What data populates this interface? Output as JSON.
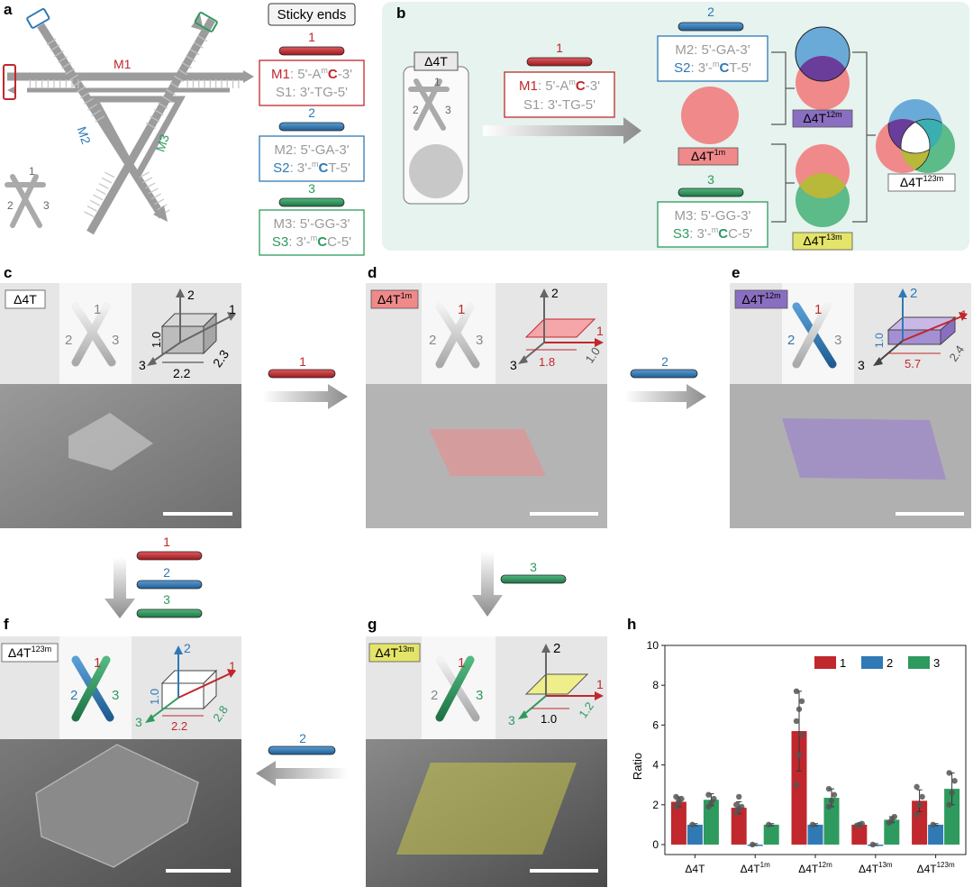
{
  "panels": {
    "a": {
      "letter": "a",
      "sticky_title": "Sticky ends",
      "strand_labels": {
        "m1": "M1",
        "m2": "M2",
        "m3": "M3"
      },
      "mini_nums": [
        "1",
        "2",
        "3"
      ],
      "ends": [
        {
          "num": "1",
          "color": "#c0282d",
          "l1a": "M1",
          "l1b": ": 5'-A",
          "l1c": "m",
          "l1d": "C",
          "l1e": "-3'",
          "l2a": "S1",
          "l2b": ": 3'-TG-5'"
        },
        {
          "num": "2",
          "color": "#2f79b5",
          "l1a": "M2",
          "l1b": ": 5'-GA-3'",
          "l2a": "S2",
          "l2b": ": 3'-",
          "l2c": "m",
          "l2d": "C",
          "l2e": "T-5'"
        },
        {
          "num": "3",
          "color": "#2e9a5e",
          "l1a": "M3",
          "l1b": ": 5'-GG-3'",
          "l2a": "S3",
          "l2b": ": 3'-",
          "l2c": "m",
          "l2d": "C",
          "l2e": "C-5'"
        }
      ]
    },
    "b": {
      "letter": "b",
      "crystal": "Δ4T",
      "mini_nums": [
        "1",
        "2",
        "3"
      ],
      "end1": {
        "num": "1",
        "l1a": "M1",
        "l1b": ": 5'-A",
        "l1c": "m",
        "l1d": "C",
        "l1e": "-3'",
        "l2": "S1: 3'-TG-5'"
      },
      "end2": {
        "num": "2",
        "l1": "M2: 5'-GA-3'",
        "l2a": "S2",
        "l2b": ": 3'-",
        "l2c": "m",
        "l2d": "C",
        "l2e": "T-5'"
      },
      "end3": {
        "num": "3",
        "l1": "M3: 5'-GG-3'",
        "l2a": "S3",
        "l2b": ": 3'-",
        "l2c": "m",
        "l2d": "C",
        "l2e": "C-5'"
      },
      "t1m": {
        "base": "Δ4T",
        "sup": "1m"
      },
      "t12m": {
        "base": "Δ4T",
        "sup": "12m"
      },
      "t13m": {
        "base": "Δ4T",
        "sup": "13m"
      },
      "t123m": {
        "base": "Δ4T",
        "sup": "123m"
      }
    },
    "c": {
      "letter": "c",
      "name": "Δ4T",
      "nums": [
        "1",
        "2",
        "3"
      ],
      "axes": [
        "2",
        "1",
        "3"
      ],
      "dims": [
        "1.0",
        "2.2",
        "2.3"
      ]
    },
    "d": {
      "letter": "d",
      "name_base": "Δ4T",
      "name_sup": "1m",
      "nums": [
        "1",
        "2",
        "3"
      ],
      "axes": [
        "2",
        "1",
        "3"
      ],
      "dims": [
        "1.8",
        "1.0"
      ]
    },
    "e": {
      "letter": "e",
      "name_base": "Δ4T",
      "name_sup": "12m",
      "nums": [
        "1",
        "2",
        "3"
      ],
      "axes": [
        "2",
        "1",
        "3"
      ],
      "dims": [
        "1.0",
        "5.7",
        "2.4"
      ]
    },
    "f": {
      "letter": "f",
      "name_base": "Δ4T",
      "name_sup": "123m",
      "nums": [
        "1",
        "2",
        "3"
      ],
      "axes": [
        "2",
        "1",
        "3"
      ],
      "dims": [
        "1.0",
        "2.2",
        "2.8"
      ]
    },
    "g": {
      "letter": "g",
      "name_base": "Δ4T",
      "name_sup": "13m",
      "nums": [
        "1",
        "2",
        "3"
      ],
      "axes": [
        "2",
        "1",
        "3"
      ],
      "dims": [
        "1.0",
        "1.2"
      ]
    },
    "h": {
      "letter": "h"
    }
  },
  "arrows": {
    "cd": "1",
    "de": "2",
    "cf": [
      "1",
      "2",
      "3"
    ],
    "dg": "3",
    "gf": "2"
  },
  "colors": {
    "red": "#c0282d",
    "blue": "#2f79b5",
    "green": "#2e9a5e",
    "purple": "#8a6ec1",
    "yellow": "#e4e46a",
    "pink": "#f0898a",
    "gray": "#b9b9b9"
  },
  "chart_data": {
    "type": "bar",
    "ylabel": "Ratio",
    "ylim": [
      -0.5,
      10
    ],
    "yticks": [
      0,
      2,
      4,
      6,
      8,
      10
    ],
    "categories": [
      {
        "base": "Δ4T",
        "sup": ""
      },
      {
        "base": "Δ4T",
        "sup": "1m"
      },
      {
        "base": "Δ4T",
        "sup": "12m"
      },
      {
        "base": "Δ4T",
        "sup": "13m"
      },
      {
        "base": "Δ4T",
        "sup": "123m"
      }
    ],
    "legend_position": "top-right",
    "series": [
      {
        "name": "1",
        "color": "#c0282d",
        "values": [
          2.15,
          1.85,
          5.7,
          1.0,
          2.2
        ],
        "err": [
          0.25,
          0.3,
          2.0,
          0.08,
          0.55
        ],
        "points": [
          [
            1.9,
            2.1,
            2.3,
            2.4,
            2.2
          ],
          [
            1.6,
            1.8,
            1.9,
            2.0,
            2.4
          ],
          [
            3.0,
            4.5,
            5.5,
            6.2,
            6.8,
            7.2,
            7.7
          ],
          [
            0.95,
            1.0,
            1.05
          ],
          [
            1.5,
            2.0,
            2.4,
            2.9
          ]
        ]
      },
      {
        "name": "2",
        "color": "#2f79b5",
        "values": [
          1.0,
          0.0,
          1.0,
          0.0,
          1.0
        ],
        "err": [
          0.05,
          0.05,
          0.05,
          0.05,
          0.05
        ],
        "points": [
          [
            1.0
          ],
          [
            0.0
          ],
          [
            1.0
          ],
          [
            0.0
          ],
          [
            1.0
          ]
        ]
      },
      {
        "name": "3",
        "color": "#2e9a5e",
        "values": [
          2.25,
          1.0,
          2.35,
          1.25,
          2.8
        ],
        "err": [
          0.3,
          0.05,
          0.45,
          0.15,
          0.8
        ],
        "points": [
          [
            1.9,
            2.1,
            2.3,
            2.5
          ],
          [
            1.0
          ],
          [
            1.9,
            2.2,
            2.5,
            2.8
          ],
          [
            1.1,
            1.25,
            1.4
          ],
          [
            2.0,
            2.6,
            3.2,
            3.6
          ]
        ]
      }
    ]
  }
}
